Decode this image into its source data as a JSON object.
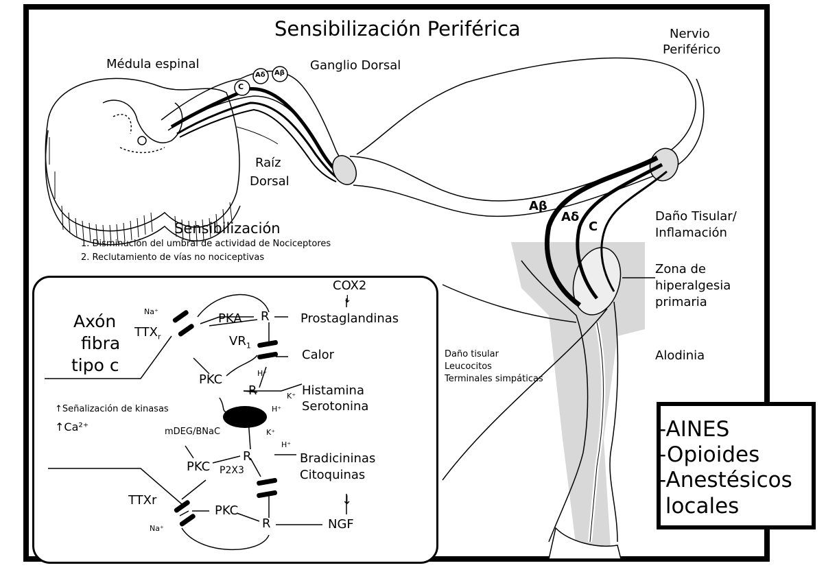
{
  "title": "Sensibilización Periférica",
  "labels": {
    "medula": "Médula espinal",
    "ganglio": "Ganglio Dorsal",
    "nervio_1": "Nervio",
    "nervio_2": "Periférico",
    "raiz_1": "Raíz",
    "raiz_2": "Dorsal",
    "dano_1": "Daño Tisular/",
    "dano_2": "Inflamación",
    "zona_1": "Zona de",
    "zona_2": "hiperalgesia",
    "zona_3": "primaria",
    "alodinia": "Alodinia",
    "fiber_ab": "Aβ",
    "fiber_ad": "Aδ",
    "fiber_c": "C",
    "ganglion_c": "C",
    "ganglion_ad": "Aδ",
    "ganglion_ab": "Aβ"
  },
  "sensibilizacion": {
    "heading": "Sensibilización",
    "items": [
      "1. Disminución del umbral de actividad de Nociceptores",
      "2. Reclutamiento de vías no nociceptivas"
    ]
  },
  "tissue_note": [
    "Daño tisular",
    "Leucocitos",
    "Terminales simpáticas"
  ],
  "inset": {
    "axon_1": "Axón",
    "axon_2": "fibra",
    "axon_3": "tipo c",
    "cox2": "COX2",
    "down_arrow": "↓",
    "prostaglandinas": "Prostaglandinas",
    "pka": "PKA",
    "r": "R",
    "na_top": "Na⁺",
    "ttx_top": "TTX",
    "ttx_sub": "r",
    "vr": "VR",
    "vr_sub": "1",
    "calor": "Calor",
    "h_plus": "H⁺",
    "pkc": "PKC",
    "histamina": "Histamina",
    "serotonina": "Serotonina",
    "k_plus": "K⁺",
    "kinasas": "↑Señalización de kinasas",
    "ca": "↑Ca²⁺",
    "mdeg": "mDEG/BNaC",
    "bradicininas": "Bradicininas",
    "citoquinas": "Citoquinas",
    "p2x3": "P2X3",
    "ttxr_bottom": "TTXr",
    "na_bottom": "Na⁺",
    "ngf": "NGF"
  },
  "drugs": [
    "-AINES",
    "-Opioides",
    "-Anestésicos",
    " locales"
  ]
}
